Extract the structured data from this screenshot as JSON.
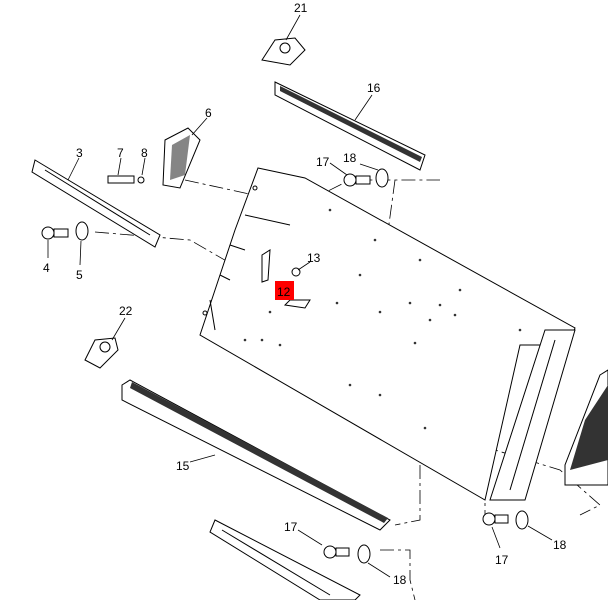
{
  "diagram": {
    "highlight_color": "#ff0000",
    "callouts": [
      {
        "id": "c21",
        "label": "21"
      },
      {
        "id": "c16",
        "label": "16"
      },
      {
        "id": "c6",
        "label": "6"
      },
      {
        "id": "c3",
        "label": "3"
      },
      {
        "id": "c7",
        "label": "7"
      },
      {
        "id": "c8",
        "label": "8"
      },
      {
        "id": "c17a",
        "label": "17"
      },
      {
        "id": "c18a",
        "label": "18"
      },
      {
        "id": "c4",
        "label": "4"
      },
      {
        "id": "c5",
        "label": "5"
      },
      {
        "id": "c13",
        "label": "13"
      },
      {
        "id": "c12",
        "label": "12"
      },
      {
        "id": "c22",
        "label": "22"
      },
      {
        "id": "c15",
        "label": "15"
      },
      {
        "id": "c17b",
        "label": "17"
      },
      {
        "id": "c18b",
        "label": "18"
      },
      {
        "id": "c17c",
        "label": "17"
      },
      {
        "id": "c18c",
        "label": "18"
      }
    ]
  }
}
